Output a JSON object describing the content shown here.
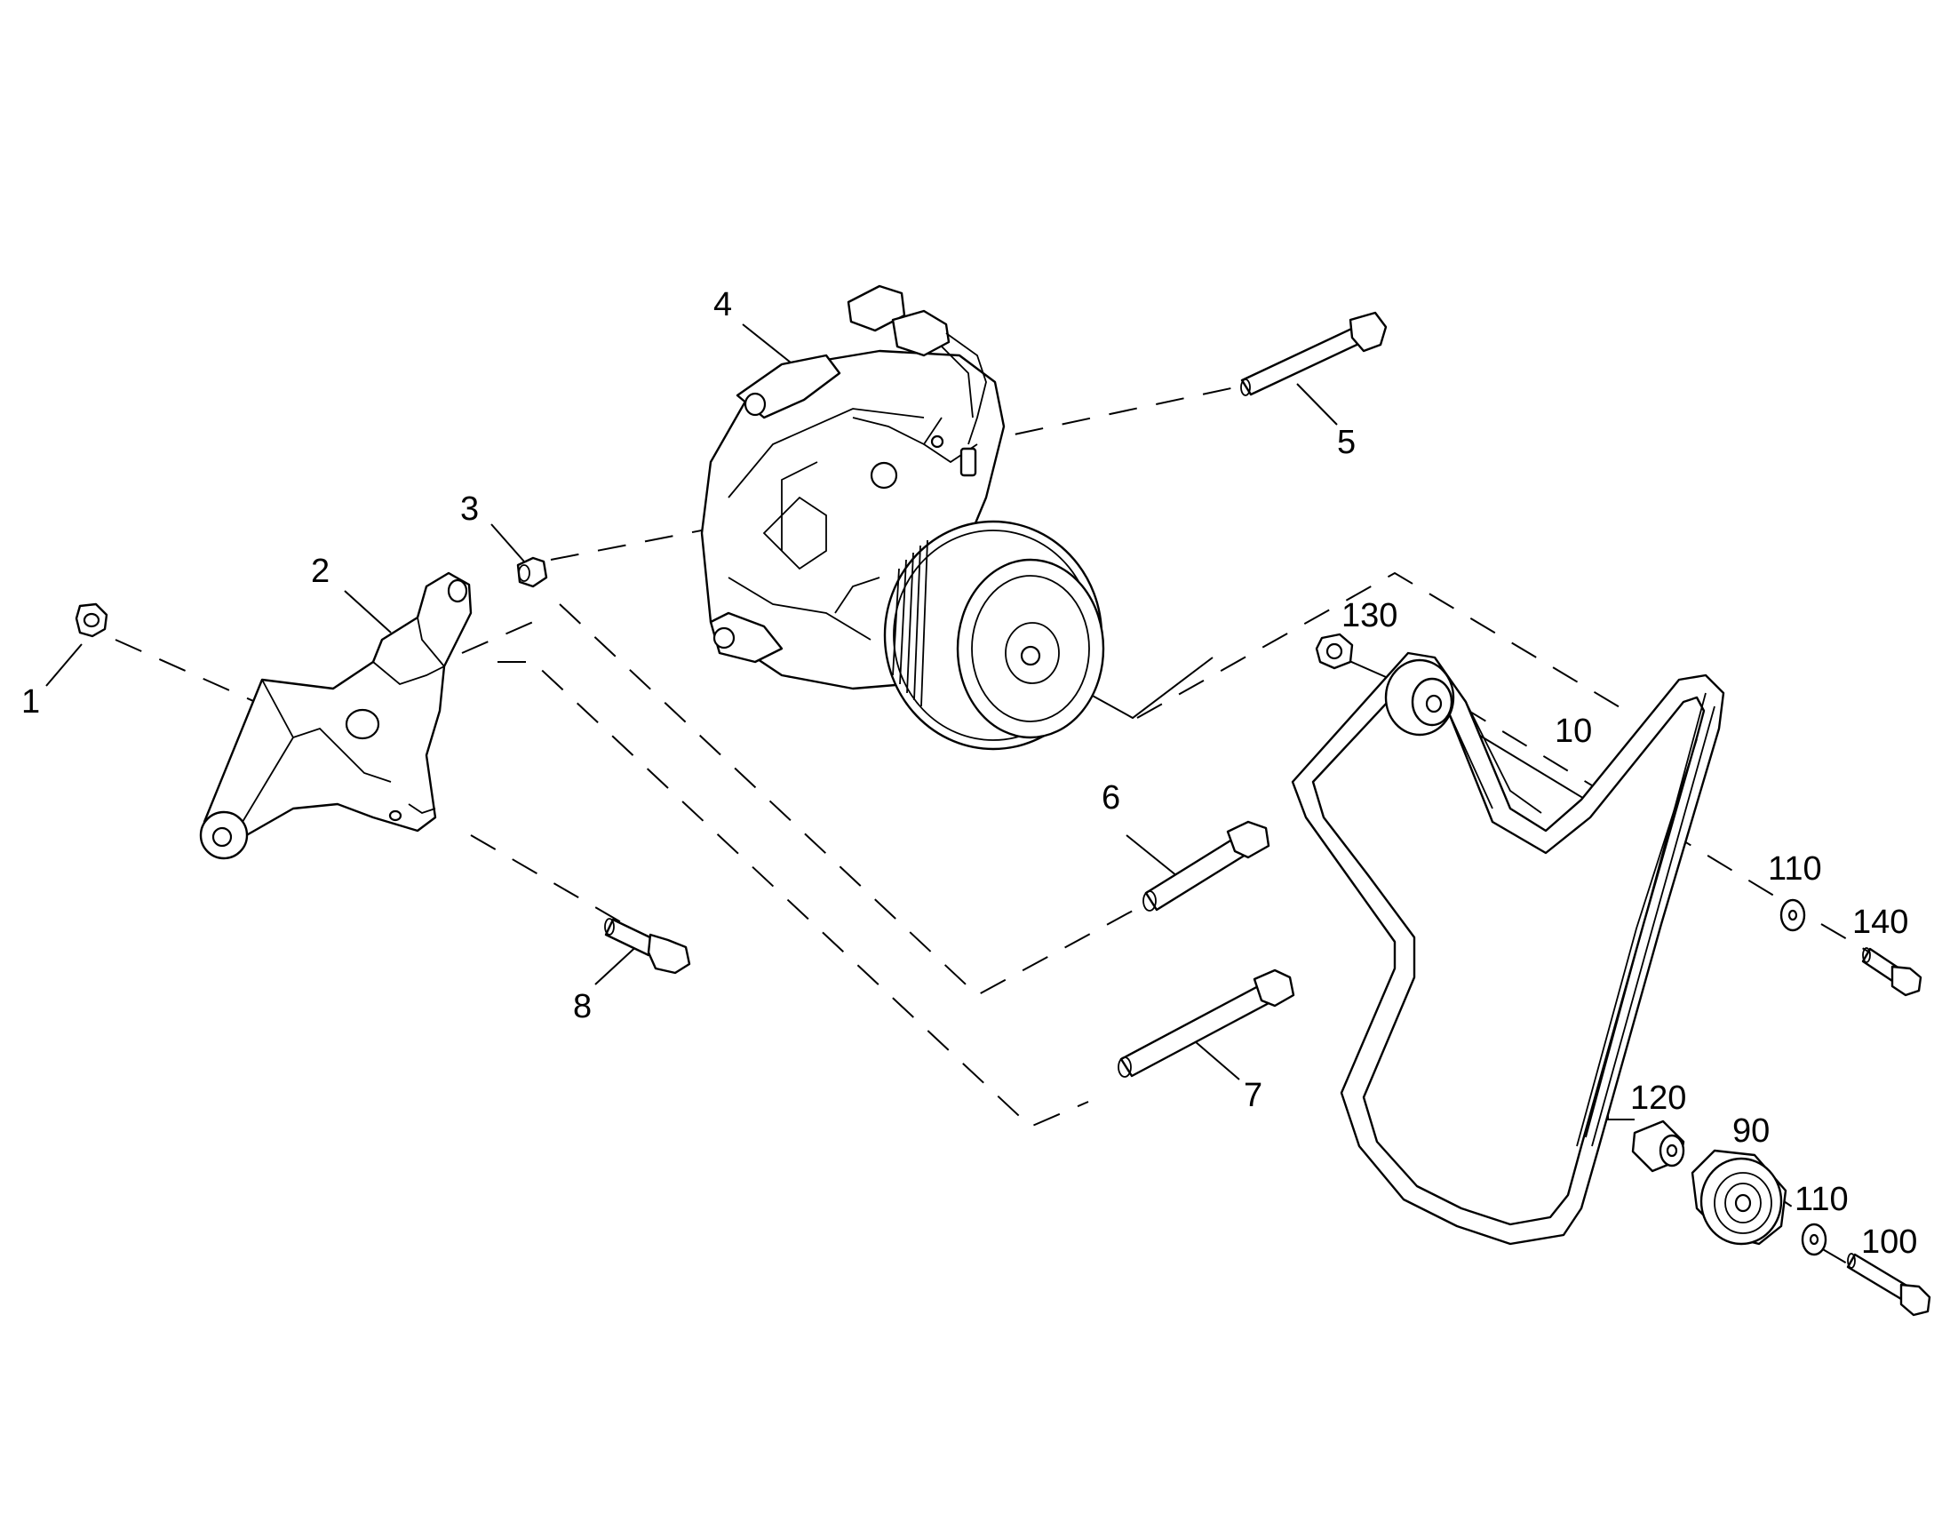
{
  "callouts": {
    "c1": "1",
    "c2": "2",
    "c3": "3",
    "c4": "4",
    "c5": "5",
    "c6": "6",
    "c7": "7",
    "c8": "8",
    "c10": "10",
    "c90": "90",
    "c100": "100",
    "c110a": "110",
    "c110b": "110",
    "c120": "120",
    "c130": "130",
    "c140": "140"
  },
  "parts": [
    {
      "callout": "1",
      "icon": "hex-nut-icon"
    },
    {
      "callout": "2",
      "icon": "mounting-bracket-icon"
    },
    {
      "callout": "3",
      "icon": "dowel-sleeve-icon"
    },
    {
      "callout": "4",
      "icon": "ac-compressor-icon"
    },
    {
      "callout": "5",
      "icon": "long-flange-bolt-icon"
    },
    {
      "callout": "6",
      "icon": "socket-head-bolt-icon"
    },
    {
      "callout": "7",
      "icon": "long-socket-head-bolt-icon"
    },
    {
      "callout": "8",
      "icon": "flange-bolt-icon"
    },
    {
      "callout": "10",
      "icon": "drive-belt-icon"
    },
    {
      "callout": "90",
      "icon": "idler-pulley-icon"
    },
    {
      "callout": "100",
      "icon": "flange-bolt-icon"
    },
    {
      "callout": "110",
      "icon": "washer-icon"
    },
    {
      "callout": "120",
      "icon": "spacer-icon"
    },
    {
      "callout": "130",
      "icon": "hex-nut-icon"
    },
    {
      "callout": "140",
      "icon": "flange-bolt-icon"
    }
  ],
  "colors": {
    "line": "#000000",
    "background": "#ffffff"
  }
}
